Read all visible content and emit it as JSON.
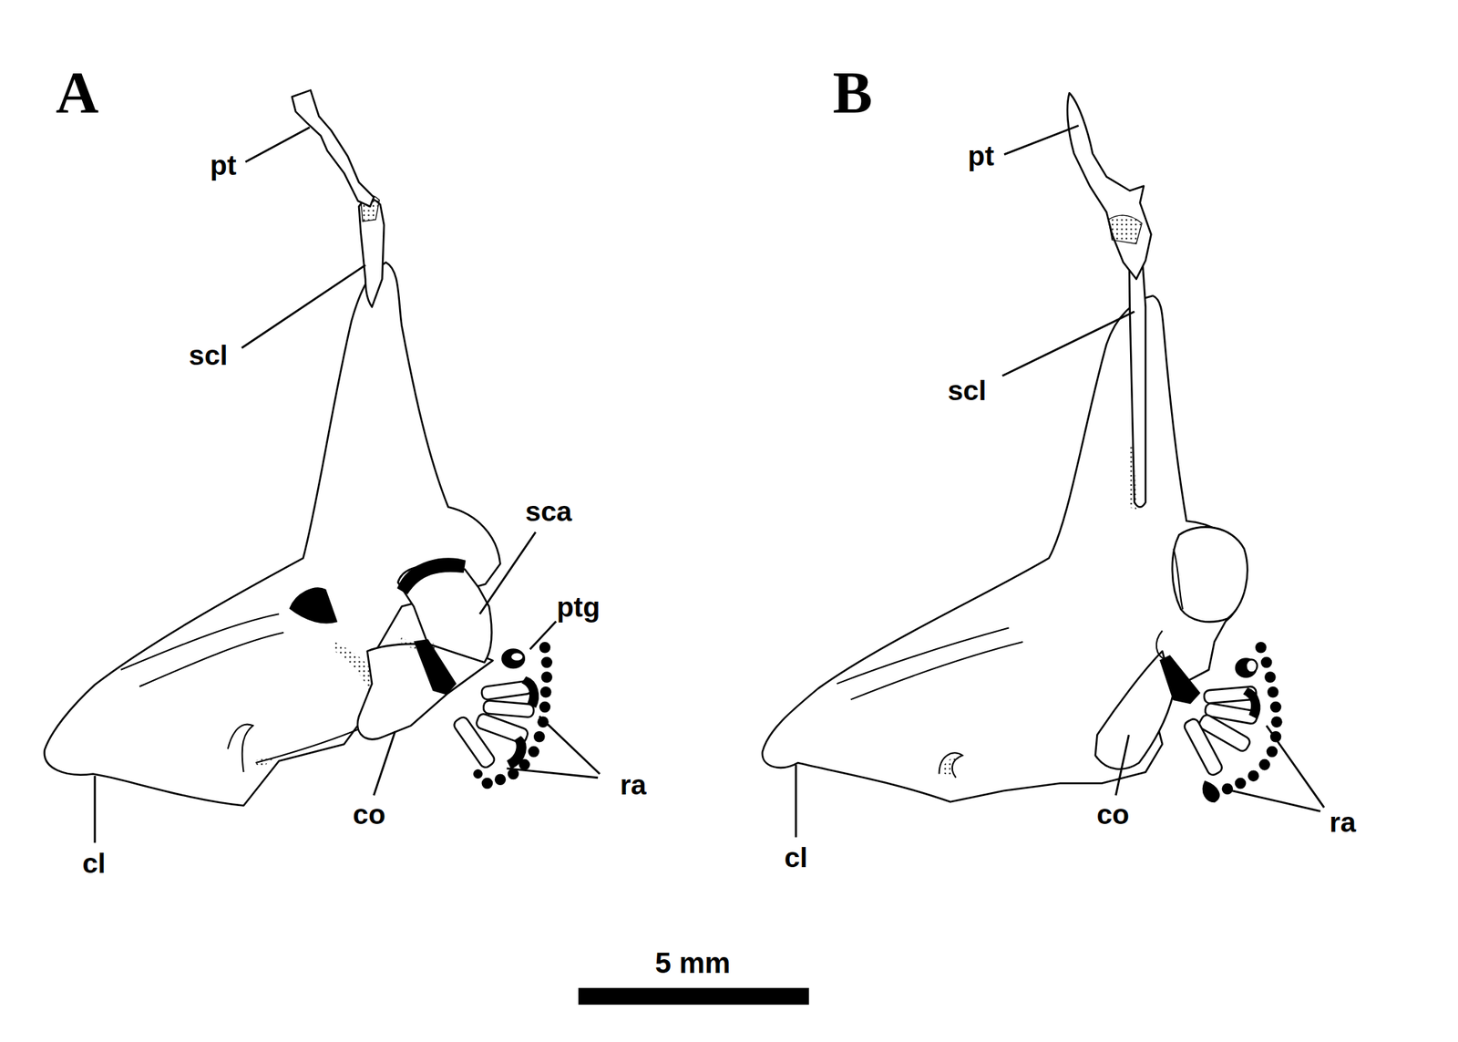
{
  "diagram": {
    "labels": [
      "A",
      "pt",
      "scl",
      "sca",
      "ptg",
      "ra",
      "co",
      "cl",
      "B",
      "pt",
      "scl",
      "ra",
      "co",
      "cl",
      "5 mm"
    ]
  }
}
